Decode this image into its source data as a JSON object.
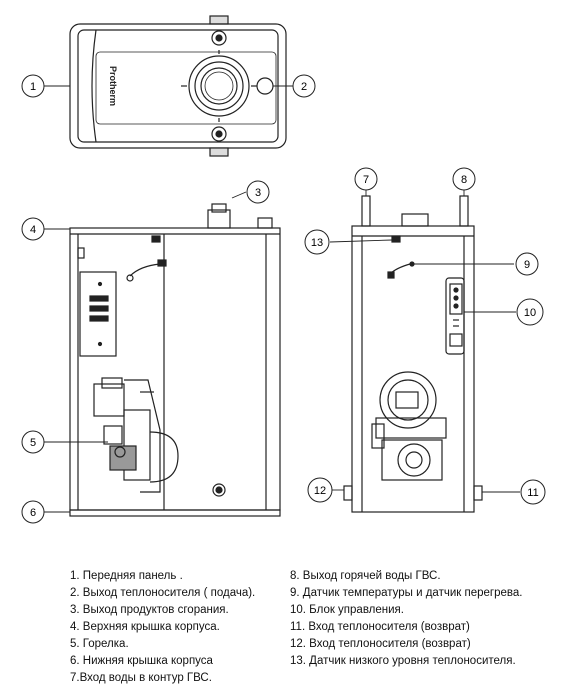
{
  "brand": "Protherm",
  "callouts": [
    "1",
    "2",
    "3",
    "4",
    "5",
    "6",
    "7",
    "8",
    "9",
    "10",
    "11",
    "12",
    "13"
  ],
  "legend_left": [
    "1.  Передняя панель .",
    "2.  Выход теплоносителя ( подача).",
    "3. Выход продуктов сгорания.",
    "4. Верхняя крышка корпуса.",
    "5. Горелка.",
    "6. Нижняя крышка корпуса",
    "7.Вход воды в контур ГВС."
  ],
  "legend_right": [
    "8. Выход горячей воды ГВС.",
    "9.  Датчик температуры и датчик перегрева.",
    "10.  Блок управления.",
    "11.  Вход  теплоносителя (возврат)",
    "12. Вход  теплоносителя (возврат)",
    "13. Датчик низкого уровня теплоносителя."
  ]
}
